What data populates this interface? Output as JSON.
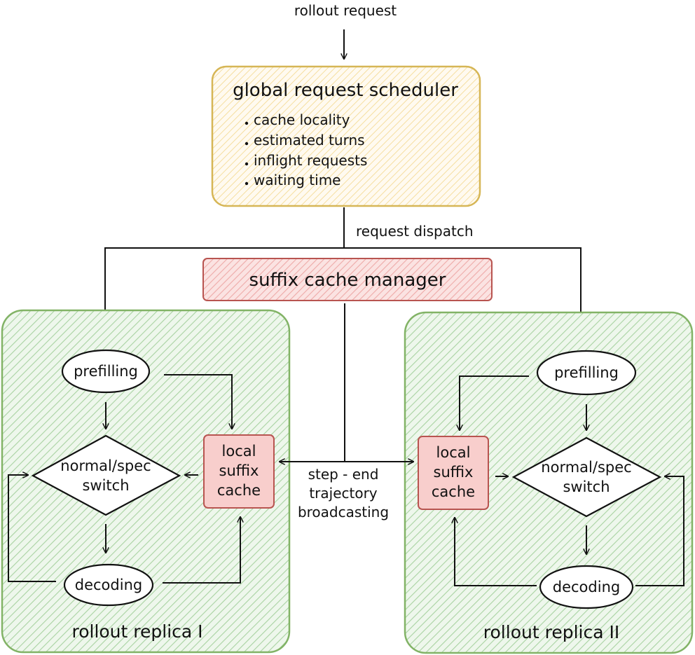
{
  "input_label": "rollout request",
  "scheduler": {
    "title": "global request scheduler",
    "factors": [
      "cache locality",
      "estimated turns",
      "inflight requests",
      "waiting time"
    ]
  },
  "dispatch_label": "request dispatch",
  "suffix_manager": {
    "title": "suffix cache manager"
  },
  "broadcast_label": [
    "step - end",
    "trajectory",
    "broadcasting"
  ],
  "replicas": [
    {
      "title": "rollout replica I",
      "prefilling": "prefilling",
      "switch": [
        "normal/spec",
        "switch"
      ],
      "decoding": "decoding",
      "local_cache": [
        "local",
        "suffix",
        "cache"
      ]
    },
    {
      "title": "rollout replica II",
      "prefilling": "prefilling",
      "switch": [
        "normal/spec",
        "switch"
      ],
      "decoding": "decoding",
      "local_cache": [
        "local",
        "suffix",
        "cache"
      ]
    }
  ],
  "colors": {
    "scheduler_fill": "#fbeec8",
    "scheduler_stroke": "#d6b656",
    "manager_fill": "#f8cecc",
    "manager_stroke": "#b85450",
    "replica_fill": "#d5e8d4",
    "replica_stroke": "#82b366"
  }
}
